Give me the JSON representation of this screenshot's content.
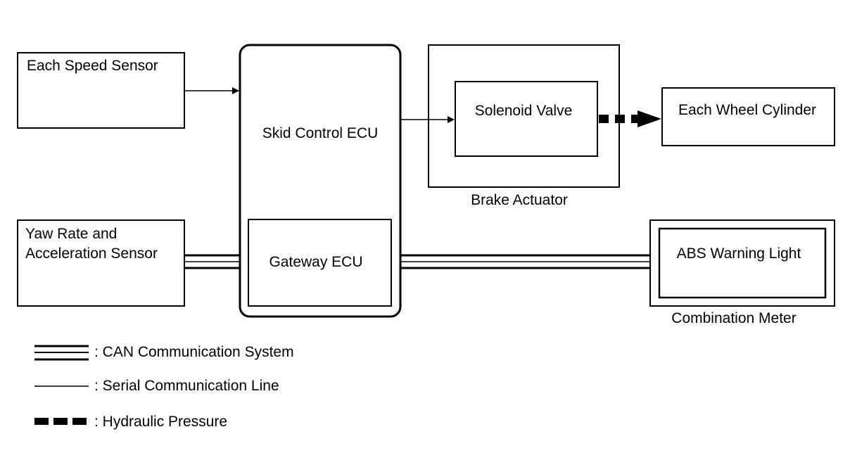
{
  "blocks": {
    "speed_sensor": "Each Speed Sensor",
    "skid_ecu": "Skid Control ECU",
    "gateway_ecu": "Gateway ECU",
    "yaw_sensor_line1": "Yaw Rate and",
    "yaw_sensor_line2": "Acceleration Sensor",
    "solenoid_valve": "Solenoid Valve",
    "brake_actuator": "Brake Actuator",
    "wheel_cylinder": "Each Wheel Cylinder",
    "abs_light": "ABS Warning Light",
    "combination_meter": "Combination Meter"
  },
  "legend": {
    "can": ": CAN Communication System",
    "serial": ": Serial Communication Line",
    "hydraulic": ": Hydraulic Pressure"
  },
  "colors": {
    "stroke": "#000000",
    "background": "#ffffff"
  }
}
